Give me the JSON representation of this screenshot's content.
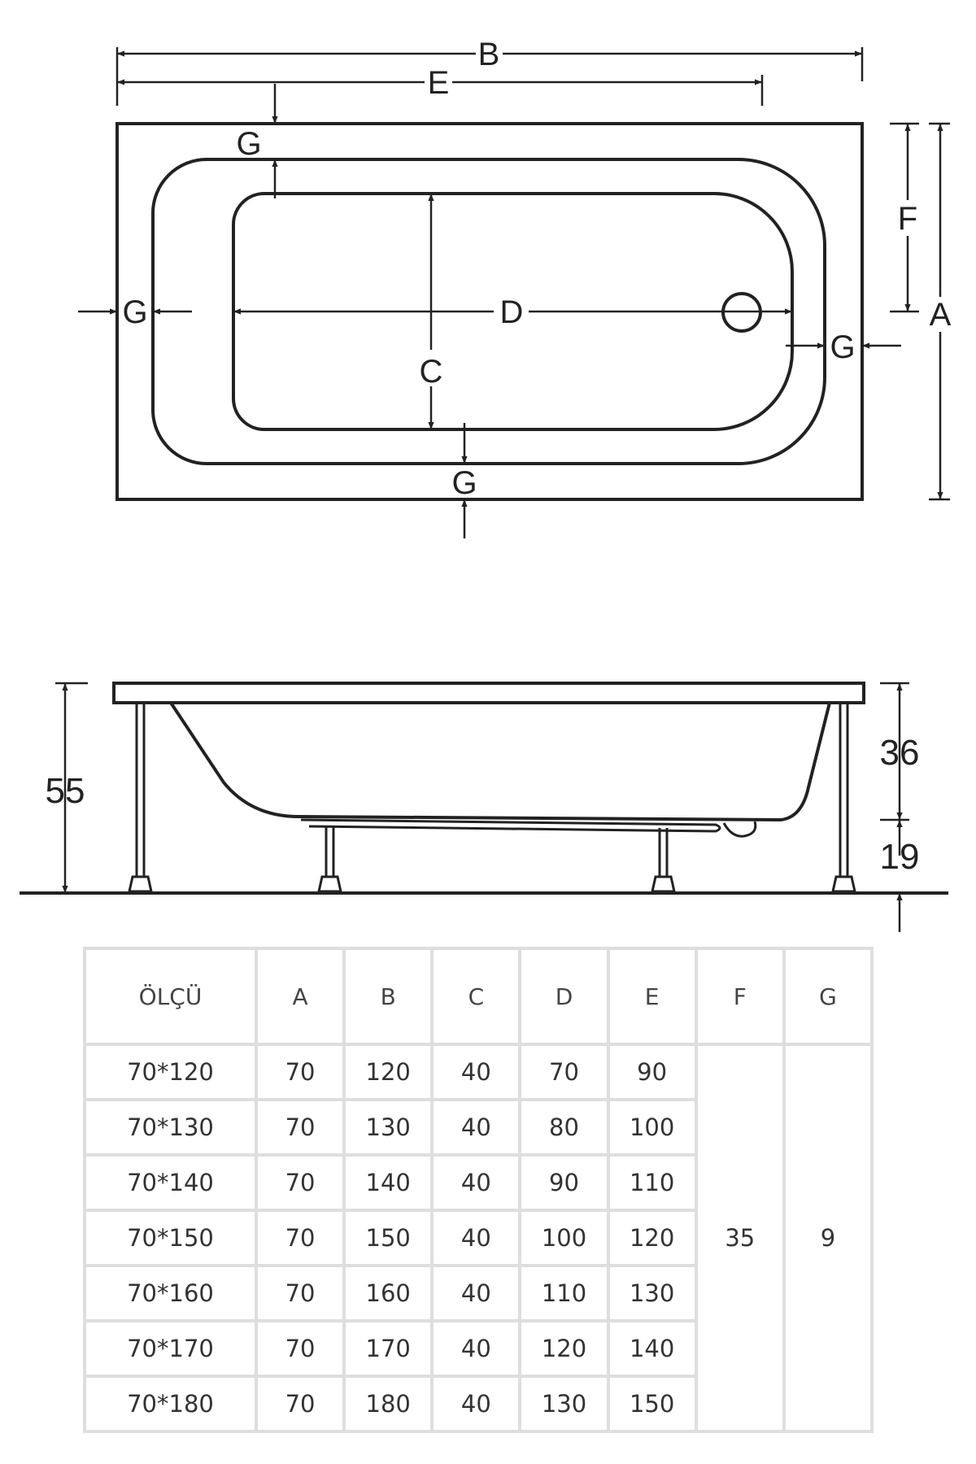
{
  "top_view": {
    "labels": {
      "b": "B",
      "e": "E",
      "g_top": "G",
      "g_left": "G",
      "d": "D",
      "c": "C",
      "g_right": "G",
      "g_bottom": "G",
      "f": "F",
      "a": "A"
    }
  },
  "side_view": {
    "labels": {
      "total_height": "55",
      "tub_height": "36",
      "leg_height": "19"
    }
  },
  "table": {
    "headers": [
      "ÖLÇÜ",
      "A",
      "B",
      "C",
      "D",
      "E",
      "F",
      "G"
    ],
    "rows": [
      [
        "70*120",
        "70",
        "120",
        "40",
        "70",
        "90"
      ],
      [
        "70*130",
        "70",
        "130",
        "40",
        "80",
        "100"
      ],
      [
        "70*140",
        "70",
        "140",
        "40",
        "90",
        "110"
      ],
      [
        "70*150",
        "70",
        "150",
        "40",
        "100",
        "120"
      ],
      [
        "70*160",
        "70",
        "160",
        "40",
        "110",
        "130"
      ],
      [
        "70*170",
        "70",
        "170",
        "40",
        "120",
        "140"
      ],
      [
        "70*180",
        "70",
        "180",
        "40",
        "130",
        "150"
      ]
    ],
    "f_value": "35",
    "g_value": "9"
  }
}
